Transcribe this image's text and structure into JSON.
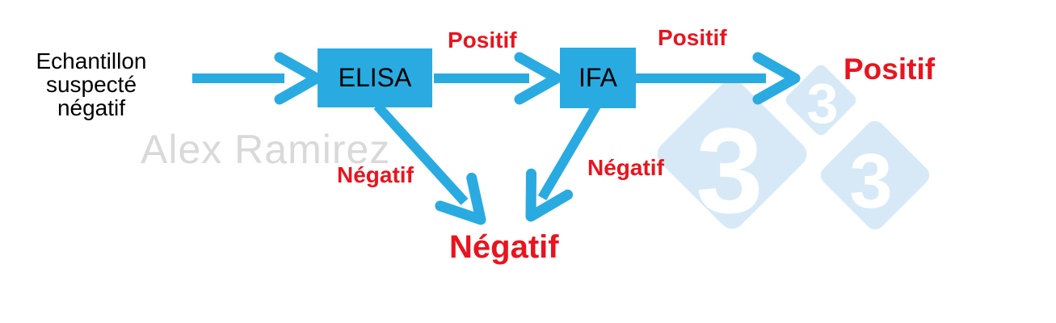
{
  "colors": {
    "blue": "#29ABE2",
    "diamond_blue": "#D7E9F7",
    "red": "#E9141E",
    "gray": "#D9D9D9",
    "node_text": "#000000",
    "bg": "#FFFFFF"
  },
  "diagram": {
    "source_label": "Echantillon\nsuspecté\nnégatif",
    "nodes": {
      "elisa": "ELISA",
      "ifa": "IFA"
    },
    "edge_labels": {
      "elisa_to_ifa": "Positif",
      "ifa_to_positive": "Positif",
      "elisa_to_negative": "Négatif",
      "ifa_to_negative": "Négatif"
    },
    "outcomes": {
      "positive": "Positif",
      "negative": "Négatif"
    }
  },
  "watermark": {
    "author": "Alex Ramirez",
    "badge_digit": "3"
  }
}
